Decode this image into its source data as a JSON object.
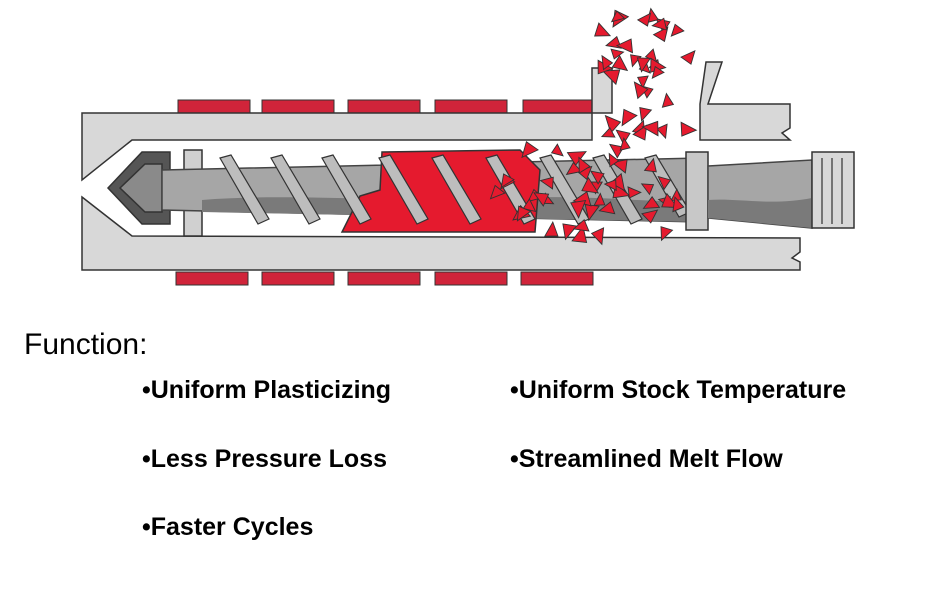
{
  "colors": {
    "heater_red": "#d0243a",
    "melt_red": "#e51a2e",
    "barrel_gray": "#d8d8d8",
    "screw_gray": "#a6a6a6",
    "outline": "#333333"
  },
  "function_section": {
    "heading": "Function:",
    "bullets": [
      "•Uniform Plasticizing",
      "•Uniform Stock Temperature",
      "•Less Pressure Loss",
      "•Streamlined Melt Flow",
      "•Faster Cycles"
    ]
  }
}
